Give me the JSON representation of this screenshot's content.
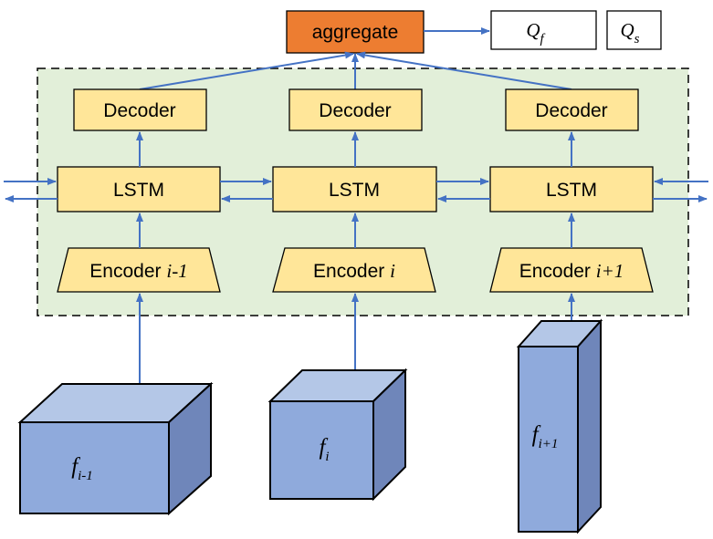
{
  "colors": {
    "module_fill": "#ffe699",
    "module_stroke": "#000000",
    "aggregate_fill": "#ed7d31",
    "container_fill": "#e2efd9",
    "arrow": "#4472c4",
    "cube_front": "#8faadc",
    "cube_top": "#b4c7e7",
    "cube_side": "#6f86ba"
  },
  "aggregate": {
    "label": "aggregate"
  },
  "outputs": [
    {
      "symbol": "Q",
      "subscript": "f"
    },
    {
      "symbol": "Q",
      "subscript": "s"
    }
  ],
  "columns": [
    {
      "decoder": "Decoder",
      "lstm": "LSTM",
      "encoder": {
        "prefix": "Encoder ",
        "index": "i-1"
      },
      "feature": {
        "symbol": "f",
        "subscript": "i-1"
      }
    },
    {
      "decoder": "Decoder",
      "lstm": "LSTM",
      "encoder": {
        "prefix": "Encoder  ",
        "index": "i"
      },
      "feature": {
        "symbol": "f",
        "subscript": "i"
      }
    },
    {
      "decoder": "Decoder",
      "lstm": "LSTM",
      "encoder": {
        "prefix": "Encoder ",
        "index": "i+1"
      },
      "feature": {
        "symbol": "f",
        "subscript": "i+1"
      }
    }
  ]
}
